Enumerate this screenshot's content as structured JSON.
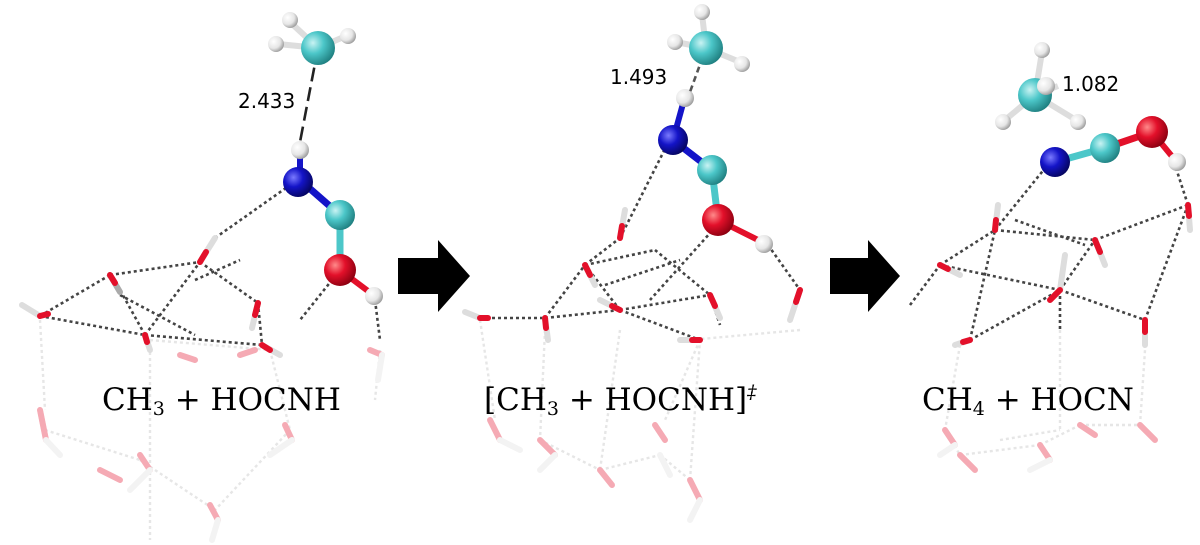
{
  "panels": [
    {
      "distance": "2.433",
      "label": {
        "lead": "",
        "a": "CH",
        "a_sub": "3",
        "mid": " + HOCNH",
        "trail": "",
        "sup": ""
      }
    },
    {
      "distance": "1.493",
      "label": {
        "lead": "[",
        "a": "CH",
        "a_sub": "3",
        "mid": " + HOCNH",
        "trail": "]",
        "sup": "‡"
      }
    },
    {
      "distance": "1.082",
      "label": {
        "lead": "",
        "a": "CH",
        "a_sub": "4",
        "mid": " + HOCN",
        "trail": "",
        "sup": ""
      }
    }
  ],
  "colors": {
    "oxygen": "#e3102a",
    "hydrogen": "#f2f2f2",
    "carbon": "#4cc7c9",
    "nitrogen": "#1414c8",
    "arrow": "#000000"
  }
}
